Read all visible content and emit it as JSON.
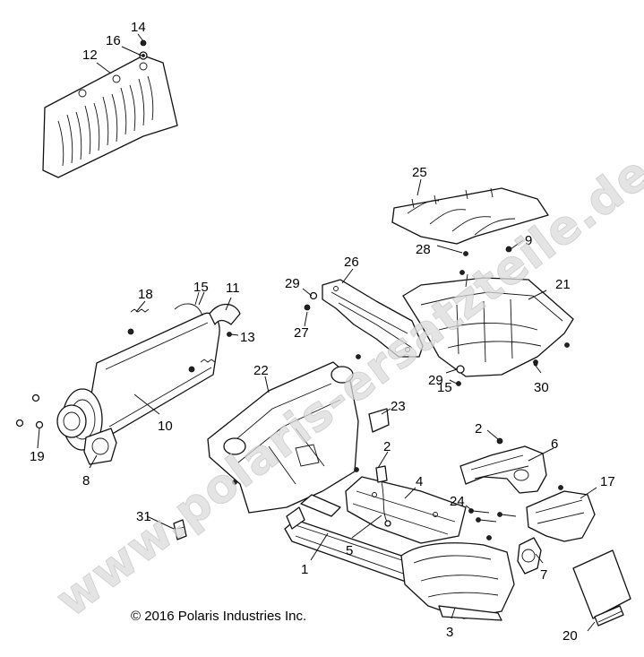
{
  "copyright": "© 2016 Polaris Industries Inc.",
  "watermark": "www.polaris-ersatzteile.de",
  "callouts": [
    "1",
    "2",
    "2",
    "3",
    "4",
    "5",
    "6",
    "7",
    "8",
    "9",
    "10",
    "11",
    "12",
    "13",
    "14",
    "15",
    "15",
    "16",
    "17",
    "18",
    "19",
    "20",
    "21",
    "22",
    "23",
    "24",
    "25",
    "26",
    "27",
    "28",
    "29",
    "29",
    "30",
    "31"
  ]
}
